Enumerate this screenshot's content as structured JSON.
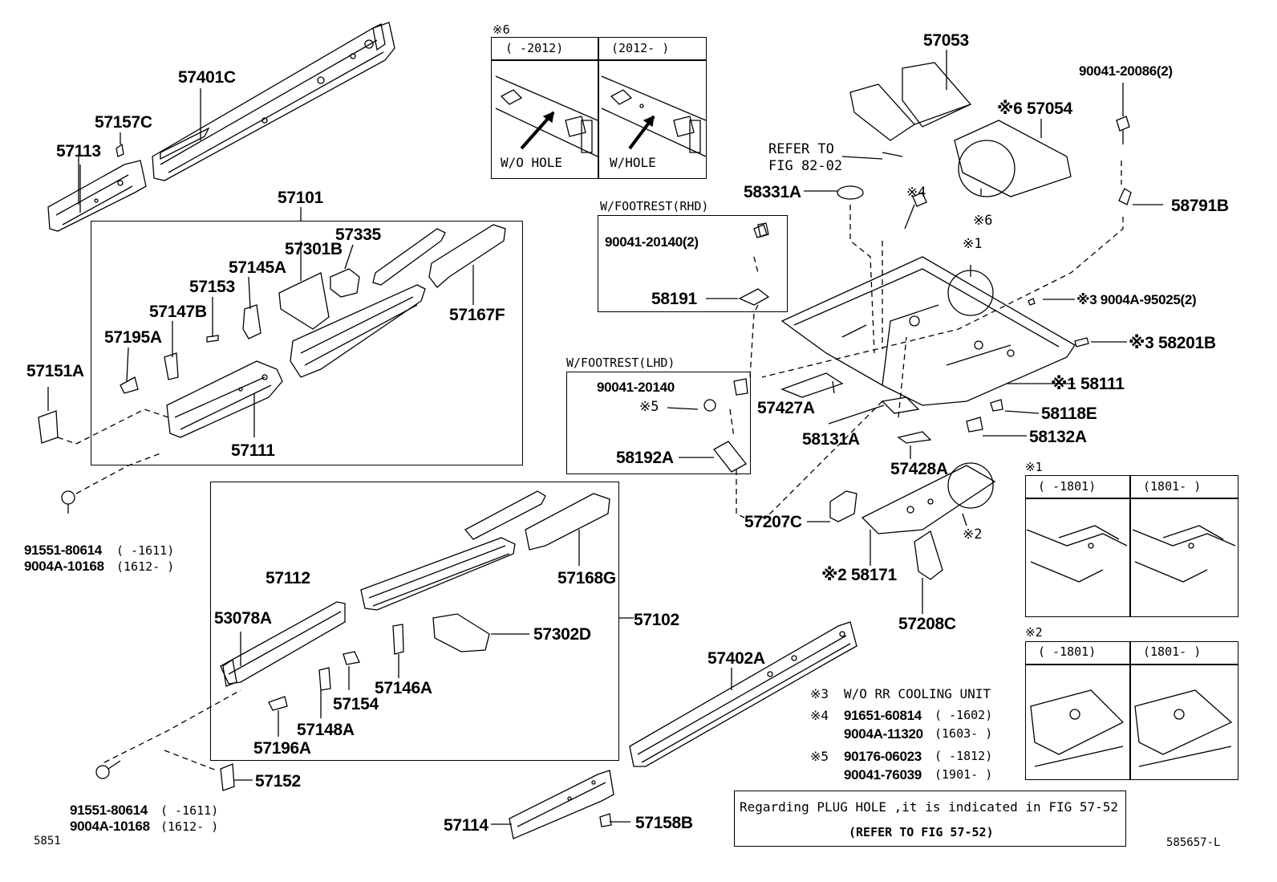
{
  "boxes": {
    "b57101": "57101",
    "b57102": "57102"
  },
  "parts": {
    "p57401C": "57401C",
    "p57157C": "57157C",
    "p57113": "57113",
    "p57335": "57335",
    "p57301B": "57301B",
    "p57145A": "57145A",
    "p57153": "57153",
    "p57147B": "57147B",
    "p57195A": "57195A",
    "p57167F": "57167F",
    "p57151A": "57151A",
    "p57111": "57111",
    "p91551a": "91551-80614",
    "p91551a_r": "(      -1611)",
    "p9004Aa": "9004A-10168",
    "p9004Aa_r": "(1612-     )",
    "p57112": "57112",
    "p53078A": "53078A",
    "p57168G": "57168G",
    "p57302D": "57302D",
    "p57146A": "57146A",
    "p57154": "57154",
    "p57148A": "57148A",
    "p57196A": "57196A",
    "p57152": "57152",
    "p91551b": "91551-80614",
    "p91551b_r": "(      -1611)",
    "p9004Ab": "9004A-10168",
    "p9004Ab_r": "(1612-     )",
    "p57114": "57114",
    "p57158B": "57158B",
    "p57402A": "57402A",
    "p57053": "57053",
    "p57054": "※6 57054",
    "p90041_20086": "90041-20086(2)",
    "p58791B": "58791B",
    "refer1": "REFER TO",
    "refer2": "FIG 82-02",
    "p58331A": "58331A",
    "mark4": "※4",
    "mark6b": "※6",
    "mark1top": "※1",
    "p9004A_95025": "※3 9004A-95025(2)",
    "p58201B": "※3 58201B",
    "p58111": "※1 58111",
    "p58118E": "58118E",
    "p58132A": "58132A",
    "p57427A": "57427A",
    "p58131A": "58131A",
    "p57428A": "57428A",
    "p57207C": "57207C",
    "mark2": "※2",
    "p58171": "※2 58171",
    "p57208C": "57208C",
    "rhd_title": "W/FOOTREST(RHD)",
    "rhd_bolt": "90041-20140(2)",
    "rhd_part": "58191",
    "lhd_title": "W/FOOTREST(LHD)",
    "lhd_bolt": "90041-20140",
    "lhd_mark5": "※5",
    "lhd_part": "58192A",
    "d6_mark": "※6",
    "d6_left_hdr": "(     -2012)",
    "d6_right_hdr": "(2012-     )",
    "d6_left_lbl": "W/O HOLE",
    "d6_right_lbl": "W/HOLE",
    "d1_mark": "※1",
    "d1_left_hdr": "(     -1801)",
    "d1_right_hdr": "(1801-     )",
    "d2_mark": "※2",
    "d2_left_hdr": "(     -1801)",
    "d2_right_hdr": "(1801-     )"
  },
  "notes": {
    "n3_mark": "※3",
    "n3_text": "W/O RR COOLING UNIT",
    "n4_mark": "※4",
    "n4_a": "91651-60814",
    "n4_a_r": "(      -1602)",
    "n4_b": "9004A-11320",
    "n4_b_r": "(1603-     )",
    "n5_mark": "※5",
    "n5_a": "90176-06023",
    "n5_a_r": "(      -1812)",
    "n5_b": "90041-76039",
    "n5_b_r": "(1901-     )"
  },
  "footer": {
    "plug_line1": "Regarding PLUG HOLE ,it is indicated in FIG 57-52",
    "plug_line2": "(REFER TO FIG 57-52)",
    "left_code": "5851",
    "right_code": "585657-L"
  }
}
